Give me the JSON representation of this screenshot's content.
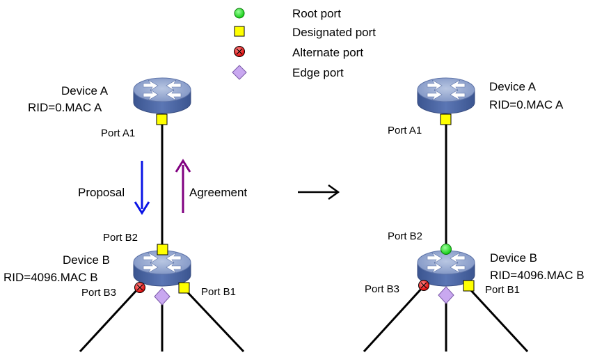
{
  "legend": {
    "root": "Root port",
    "designated": "Designated port",
    "alternate": "Alternate port",
    "edge": "Edge port"
  },
  "colors": {
    "root": "#22dd22",
    "designated": "#ffff00",
    "alternate": "#ee1111",
    "edge": "#c9a8f0",
    "proposal_arrow": "#0a14e6",
    "agreement_arrow": "#800080",
    "device_top": "#8ea2cc",
    "device_body": "#4f6aa6"
  },
  "left": {
    "device_a_name": "Device A",
    "device_a_rid": "RID=0.MAC A",
    "port_a1": "Port A1",
    "proposal": "Proposal",
    "agreement": "Agreement",
    "port_b2": "Port B2",
    "device_b_name": "Device B",
    "device_b_rid": "RID=4096.MAC B",
    "port_b3": "Port B3",
    "port_b1": "Port B1"
  },
  "right": {
    "device_a_name": "Device A",
    "device_a_rid": "RID=0.MAC A",
    "port_a1": "Port A1",
    "port_b2": "Port B2",
    "device_b_name": "Device B",
    "device_b_rid": "RID=4096.MAC B",
    "port_b3": "Port B3",
    "port_b1": "Port B1"
  },
  "icons": {
    "router": "router-icon",
    "transition": "right-arrow-icon"
  }
}
